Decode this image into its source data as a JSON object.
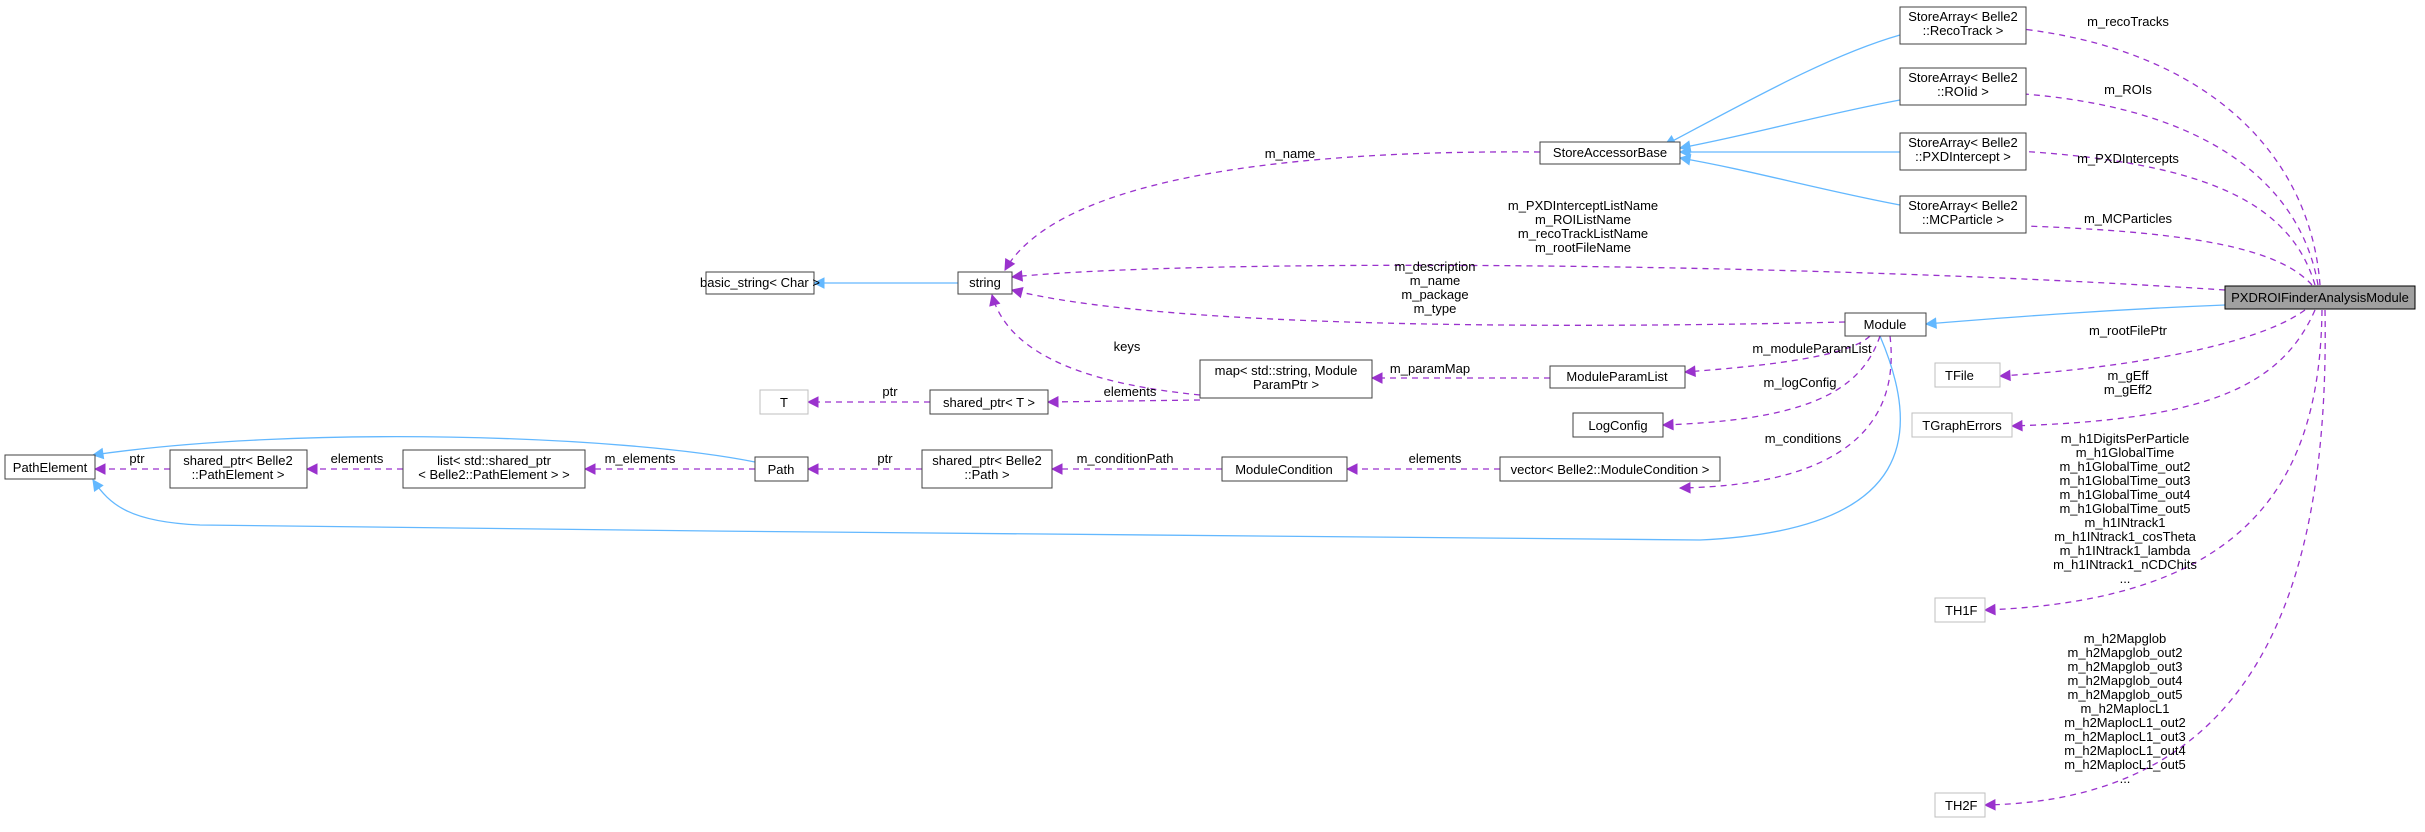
{
  "nodes": {
    "store_recotracks": [
      "StoreArray< Belle2",
      "::RecoTrack >"
    ],
    "store_roiid": [
      "StoreArray< Belle2",
      "::ROIid >"
    ],
    "store_pxdintercept": [
      "StoreArray< Belle2",
      "::PXDIntercept >"
    ],
    "store_mcparticle": [
      "StoreArray< Belle2",
      "::MCParticle >"
    ],
    "store_accessor_base": [
      "StoreAccessorBase"
    ],
    "basic_string": [
      "basic_string< Char >"
    ],
    "string": [
      "string"
    ],
    "module": [
      "Module"
    ],
    "pxdroi_module": [
      "PXDROIFinderAnalysisModule"
    ],
    "tfile": [
      "TFile"
    ],
    "tgrapherrors": [
      "TGraphErrors"
    ],
    "th1f": [
      "TH1F"
    ],
    "th2f": [
      "TH2F"
    ],
    "module_param_list": [
      "ModuleParamList"
    ],
    "map_module_param": [
      "map< std::string, Module",
      "ParamPtr >"
    ],
    "t_param": [
      "T"
    ],
    "shared_ptr_t": [
      "shared_ptr< T >"
    ],
    "log_config": [
      "LogConfig"
    ],
    "module_condition": [
      "ModuleCondition"
    ],
    "vector_module_condition": [
      "vector< Belle2::ModuleCondition >"
    ],
    "path": [
      "Path"
    ],
    "shared_ptr_path": [
      "shared_ptr< Belle2",
      "::Path >"
    ],
    "list_path_element": [
      "list< std::shared_ptr",
      "< Belle2::PathElement > >"
    ],
    "shared_ptr_path_element": [
      "shared_ptr< Belle2",
      "::PathElement >"
    ],
    "path_element": [
      "PathElement"
    ]
  },
  "edge_labels": {
    "m_recoTracks": [
      "m_recoTracks"
    ],
    "m_ROIs": [
      "m_ROIs"
    ],
    "m_PXDIntercepts": [
      "m_PXDIntercepts"
    ],
    "m_MCParticles": [
      "m_MCParticles"
    ],
    "m_name_store": [
      "m_name"
    ],
    "string_members_a": [
      "m_PXDInterceptListName",
      "m_ROIListName",
      "m_recoTrackListName",
      "m_rootFileName"
    ],
    "string_members_b": [
      "m_description",
      "m_name",
      "m_package",
      "m_type"
    ],
    "keys": [
      "keys"
    ],
    "m_paramMap": [
      "m_paramMap"
    ],
    "m_moduleParamList": [
      "m_moduleParamList"
    ],
    "elements_map": [
      "elements"
    ],
    "ptr_t": [
      "ptr"
    ],
    "m_logConfig": [
      "m_logConfig"
    ],
    "m_rootFilePtr": [
      "m_rootFilePtr"
    ],
    "m_gEff": [
      "m_gEff",
      "m_gEff2"
    ],
    "m_conditions": [
      "m_conditions"
    ],
    "elements_cond": [
      "elements"
    ],
    "m_conditionPath": [
      "m_conditionPath"
    ],
    "ptr_path": [
      "ptr"
    ],
    "m_elements": [
      "m_elements"
    ],
    "elements_list": [
      "elements"
    ],
    "ptr_pe": [
      "ptr"
    ],
    "th1f_members": [
      "m_h1DigitsPerParticle",
      "m_h1GlobalTime",
      "m_h1GlobalTime_out2",
      "m_h1GlobalTime_out3",
      "m_h1GlobalTime_out4",
      "m_h1GlobalTime_out5",
      "m_h1INtrack1",
      "m_h1INtrack1_cosTheta",
      "m_h1INtrack1_lambda",
      "m_h1INtrack1_nCDChits",
      "..."
    ],
    "th2f_members": [
      "m_h2Mapglob",
      "m_h2Mapglob_out2",
      "m_h2Mapglob_out3",
      "m_h2Mapglob_out4",
      "m_h2Mapglob_out5",
      "m_h2MaplocL1",
      "m_h2MaplocL1_out2",
      "m_h2MaplocL1_out3",
      "m_h2MaplocL1_out4",
      "m_h2MaplocL1_out5",
      "..."
    ]
  },
  "colors": {
    "inheritance_edge": "#63b8ff",
    "usage_edge": "#9a32cd",
    "focus_node_fill": "#a0a0a0"
  }
}
